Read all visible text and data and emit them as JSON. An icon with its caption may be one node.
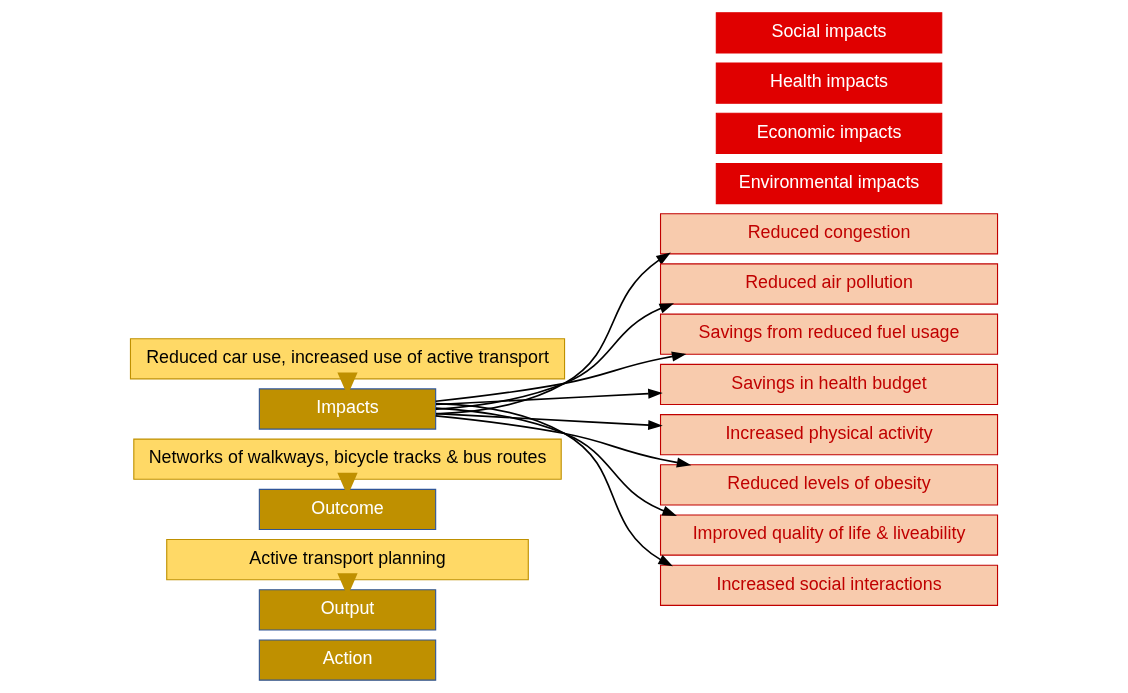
{
  "diagram": {
    "nodes": [
      {
        "text": [
          "Action"
        ]
      },
      {
        "text": [
          "Active transport planning"
        ]
      },
      {
        "text": [
          "Output"
        ]
      },
      {
        "text": [
          "Networks of walkways, bicycle tracks & bus routes"
        ]
      },
      {
        "text": [
          "Outcome"
        ]
      },
      {
        "text": [
          "Reduced car use, increased use of active transport"
        ]
      },
      {
        "text": [
          "Impacts"
        ]
      },
      {
        "text": [
          "Environmental impacts"
        ]
      },
      {
        "text": [
          "Reduced congestion"
        ]
      },
      {
        "text": [
          "Reduced air pollution"
        ]
      },
      {
        "text": [
          "Economic impacts"
        ]
      },
      {
        "text": [
          "Savings from reduced fuel usage"
        ]
      },
      {
        "text": [
          "Savings in health budget"
        ]
      },
      {
        "text": [
          "Health impacts"
        ]
      },
      {
        "text": [
          "Increased physical activity"
        ]
      },
      {
        "text": [
          "Reduced levels of obesity"
        ]
      },
      {
        "text": [
          "Social impacts"
        ]
      },
      {
        "text": [
          "Improved quality of life & liveability"
        ]
      },
      {
        "text": [
          "Increased social interactions"
        ]
      }
    ],
    "edges": [
      {
        "from": 1,
        "to": 2,
        "arrow": "to",
        "style": "thick",
        "color": "#bf9000"
      },
      {
        "from": 3,
        "to": 4,
        "arrow": "to",
        "style": "thick",
        "color": "#bf9000"
      },
      {
        "from": 5,
        "to": 6,
        "arrow": "to",
        "style": "thick",
        "color": "#bf9000"
      },
      {
        "from": 6,
        "to": 8,
        "arrow": "to"
      },
      {
        "from": 6,
        "to": 9,
        "arrow": "to"
      },
      {
        "from": 6,
        "to": 11,
        "arrow": "to"
      },
      {
        "from": 6,
        "to": 12,
        "arrow": "to"
      },
      {
        "from": 6,
        "to": 14,
        "arrow": "to"
      },
      {
        "from": 6,
        "to": 15,
        "arrow": "to"
      },
      {
        "from": 6,
        "to": 17,
        "arrow": "to"
      },
      {
        "from": 6,
        "to": 18,
        "arrow": "to"
      }
    ]
  }
}
